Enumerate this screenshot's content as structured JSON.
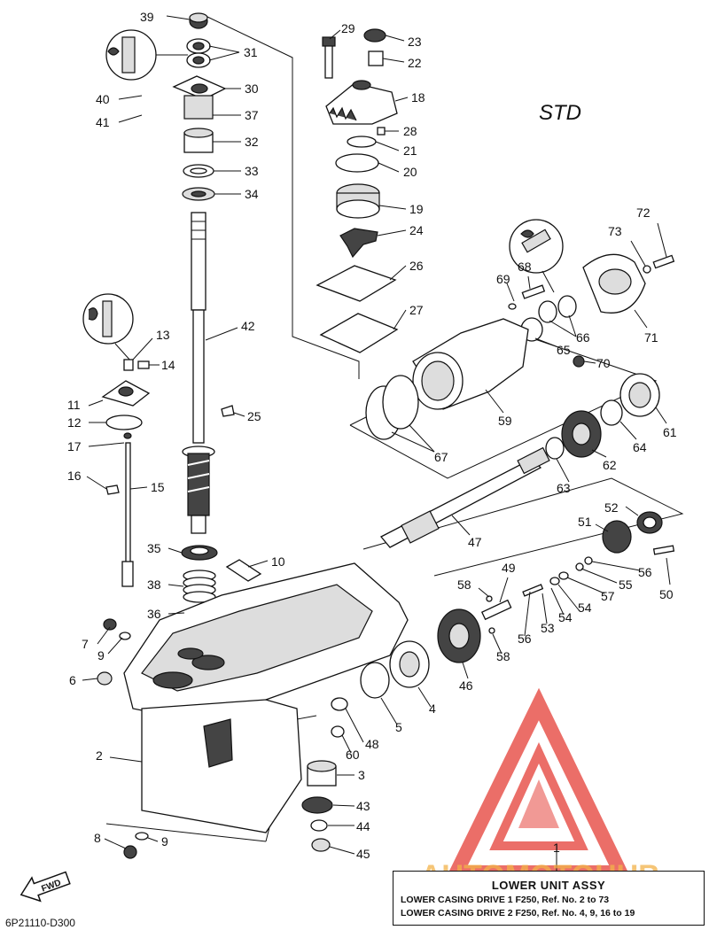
{
  "variant_label": "STD",
  "diagram_code": "6P21110-D300",
  "fwd_label": "FWD",
  "legend": {
    "ref_number": "1",
    "title": "LOWER UNIT ASSY",
    "lines": [
      "LOWER CASING DRIVE 1 F250, Ref. No. 2 to 73",
      "LOWER CASING DRIVE 2 F250, Ref. No. 4, 9, 16 to 19"
    ]
  },
  "watermark": {
    "text": "AUTOMOTOHUB",
    "color": "#e8554e",
    "accent_color": "#f2b24a"
  },
  "callouts": [
    "39",
    "31",
    "30",
    "40",
    "41",
    "37",
    "32",
    "33",
    "34",
    "42",
    "13",
    "14",
    "11",
    "12",
    "17",
    "16",
    "15",
    "25",
    "35",
    "10",
    "38",
    "36",
    "7",
    "9",
    "6",
    "2",
    "8",
    "9",
    "29",
    "23",
    "22",
    "18",
    "28",
    "21",
    "20",
    "19",
    "24",
    "26",
    "27",
    "72",
    "73",
    "68",
    "69",
    "66",
    "71",
    "65",
    "70",
    "59",
    "67",
    "61",
    "64",
    "62",
    "63",
    "47",
    "52",
    "51",
    "56",
    "55",
    "57",
    "50",
    "49",
    "58",
    "54",
    "54",
    "53",
    "56",
    "58",
    "46",
    "4",
    "5",
    "48",
    "60",
    "3",
    "43",
    "44",
    "45"
  ]
}
